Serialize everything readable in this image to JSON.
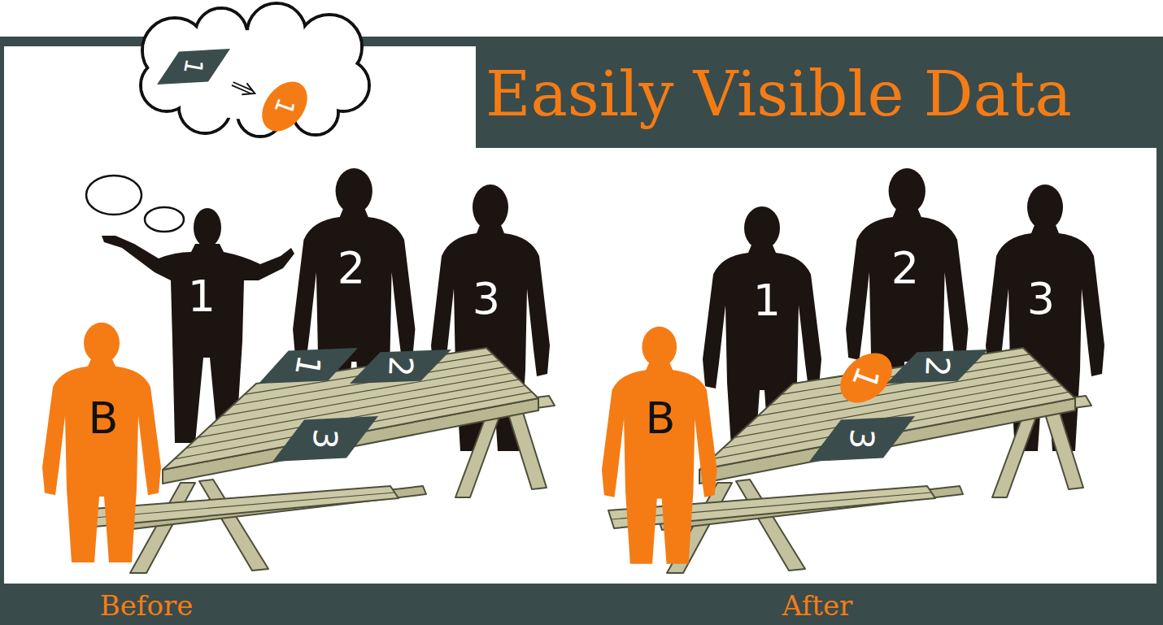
{
  "diagram": {
    "title": "Easily Visible Data",
    "nodes": [
      {
        "text": [
          "1"
        ]
      },
      {
        "text": [
          "1"
        ]
      },
      {
        "text": [
          "1"
        ]
      },
      {
        "text": [
          "2"
        ]
      },
      {
        "text": [
          "3"
        ]
      },
      {
        "text": [
          "B"
        ]
      },
      {
        "text": [
          "1"
        ]
      },
      {
        "text": [
          "2"
        ]
      },
      {
        "text": [
          "3"
        ]
      },
      {
        "text": [
          "1"
        ]
      },
      {
        "text": [
          "2"
        ]
      },
      {
        "text": [
          "3"
        ]
      },
      {
        "text": [
          "B"
        ]
      },
      {
        "text": [
          "1"
        ]
      },
      {
        "text": [
          "2"
        ]
      },
      {
        "text": [
          "3"
        ]
      }
    ],
    "edges": [
      {
        "from": 0,
        "to": 1,
        "arrow": "to"
      }
    ],
    "labels": [
      "Before",
      "After"
    ]
  }
}
